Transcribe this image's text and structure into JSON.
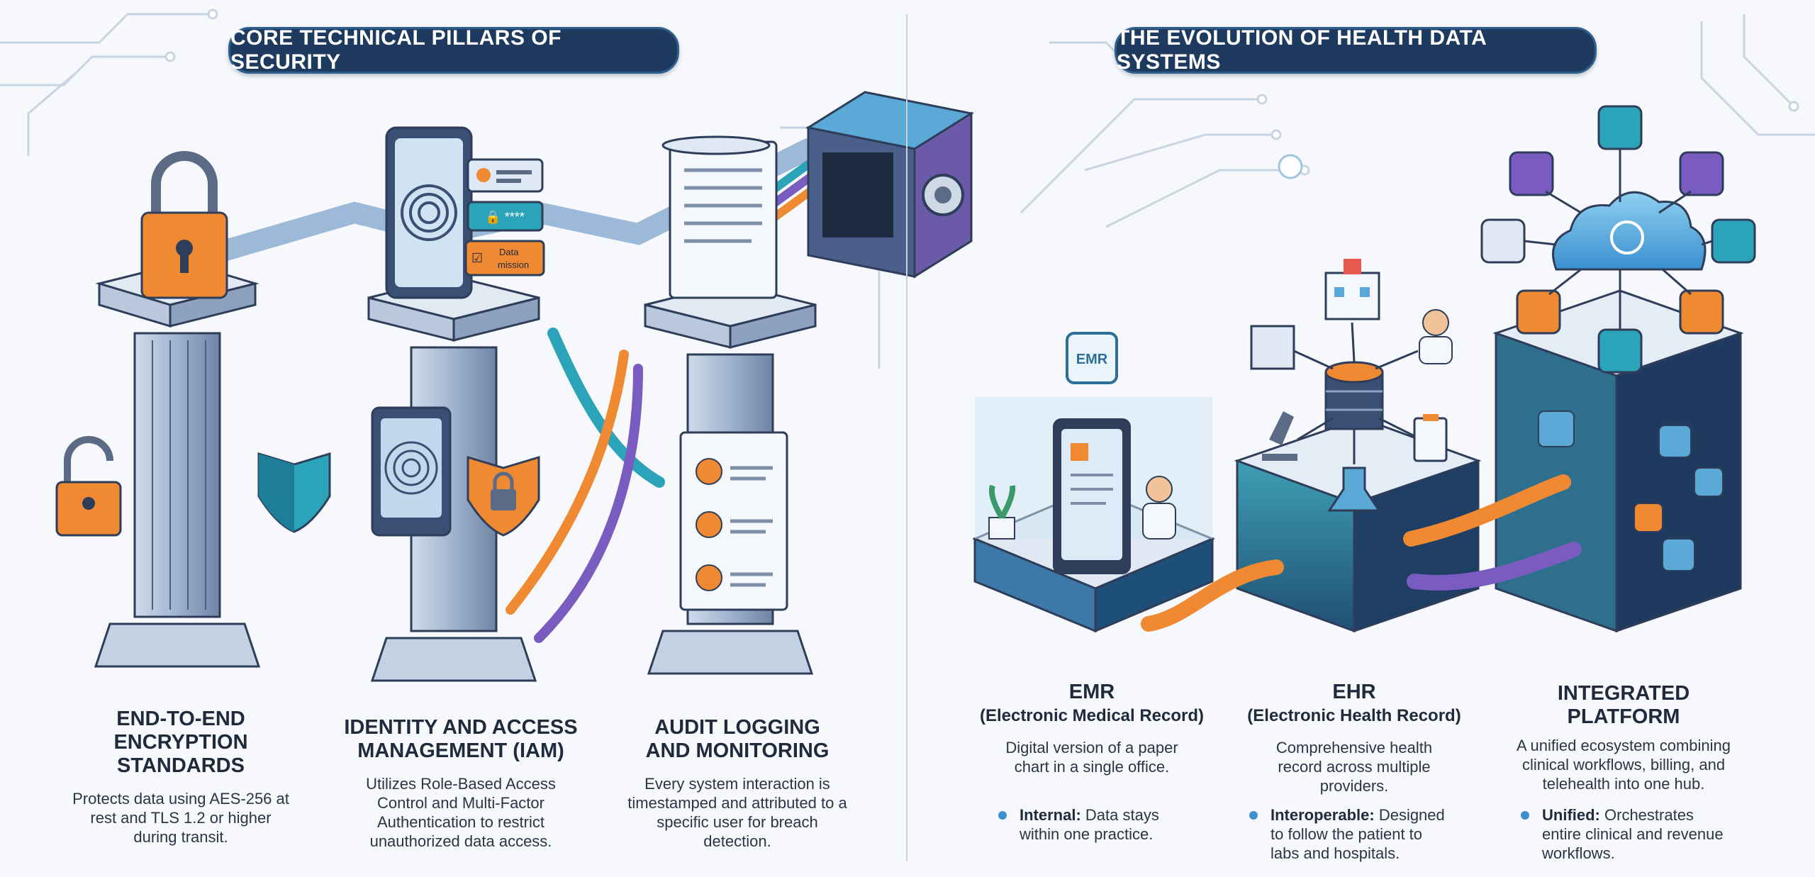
{
  "left_panel": {
    "banner": "CORE TECHNICAL PILLARS OF SECURITY",
    "cards": [
      {
        "title_line1": "END-TO-END",
        "title_line2": "ENCRYPTION STANDARDS",
        "text": "Protects data using AES-256 at rest and TLS 1.2 or higher during transit."
      },
      {
        "title_line1": "IDENTITY AND ACCESS",
        "title_line2": "MANAGEMENT (IAM)",
        "text": "Utilizes Role-Based Access Control and Multi-Factor Authentication to restrict unauthorized data access."
      },
      {
        "title_line1": "AUDIT LOGGING",
        "title_line2": "AND MONITORING",
        "text": "Every system interaction is timestamped and attributed to a specific user for breach detection."
      }
    ],
    "badge_lines": [
      "Data",
      "mission"
    ]
  },
  "right_panel": {
    "banner": "THE EVOLUTION OF HEALTH DATA SYSTEMS",
    "emr_screen_label": "EMR",
    "stages": [
      {
        "title": "EMR",
        "subtitle": "(Electronic Medical Record)",
        "text": "Digital version of a paper chart in a single office.",
        "bullet_label": "Internal:",
        "bullet_text": " Data stays within one practice."
      },
      {
        "title": "EHR",
        "subtitle": "(Electronic Health Record)",
        "text": "Comprehensive health record across multiple providers.",
        "bullet_label": "Interoperable:",
        "bullet_text": " Designed to follow the patient to labs and hospitals."
      },
      {
        "title_line1": "INTEGRATED",
        "title_line2": "PLATFORM",
        "text": "A unified ecosystem combining clinical workflows, billing, and telehealth into one hub.",
        "bullet_label": "Unified:",
        "bullet_text": " Orchestrates entire clinical and revenue workflows."
      }
    ]
  },
  "colors": {
    "navy": "#1e3a5f",
    "teal": "#2ba3b8",
    "orange": "#f08a32",
    "purple": "#7a5bc0",
    "slate": "#7d8ea6",
    "bullet": "#3d8fcf"
  }
}
